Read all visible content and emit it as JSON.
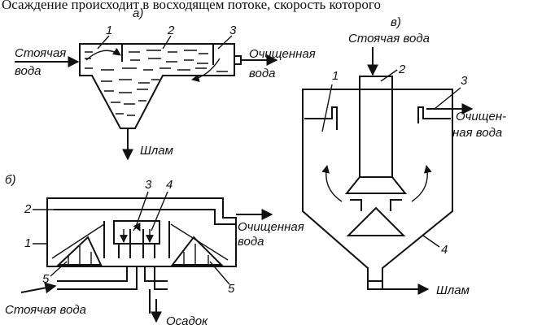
{
  "header_text": "Осаждение происходит в восходящем потоке, скорость которого",
  "panel_a": {
    "label": "а)",
    "inlet": [
      "Стоячая",
      "вода"
    ],
    "outlet": [
      "Очищенная",
      "вода"
    ],
    "sludge": "Шлам",
    "markers": [
      "1",
      "2",
      "3"
    ]
  },
  "panel_b": {
    "label": "б)",
    "inlet": "Стоячая вода",
    "outlet": [
      "Очищенная",
      "вода"
    ],
    "sediment": "Осадок",
    "markers": [
      "1",
      "2",
      "3",
      "4",
      "5",
      "5"
    ]
  },
  "panel_c": {
    "label": "в)",
    "inlet": "Стоячая вода",
    "outlet": [
      "Очищен-",
      "ная вода"
    ],
    "sludge": "Шлам",
    "markers": [
      "1",
      "2",
      "3",
      "4"
    ]
  }
}
